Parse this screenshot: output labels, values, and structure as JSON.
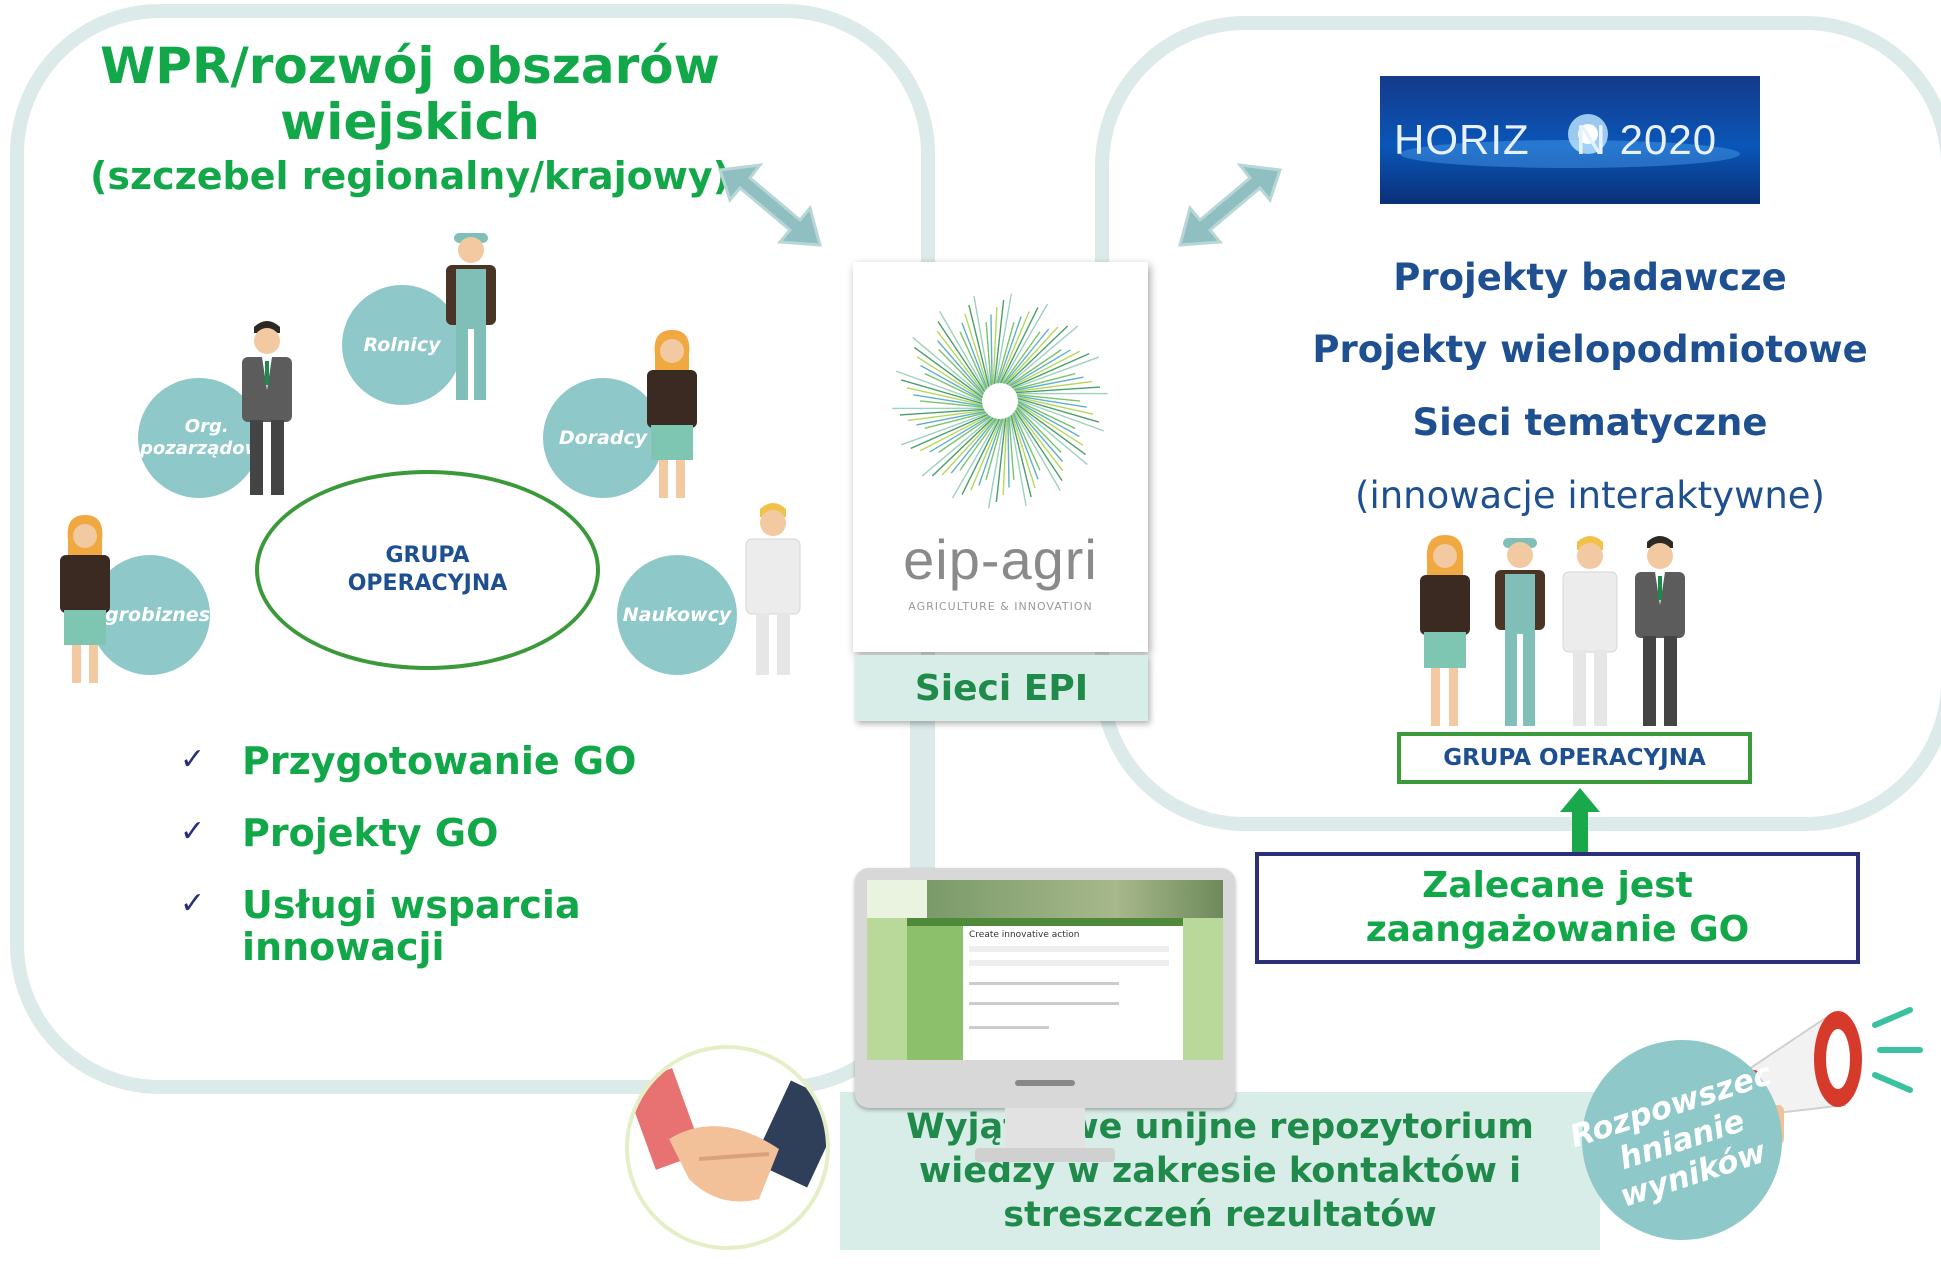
{
  "left_panel": {
    "title_line1": "WPR/rozwój obszarów",
    "title_line2": "wiejskich",
    "subtitle": "(szczebel regionalny/krajowy)",
    "actors": [
      "Rolnicy",
      "Org. pozarządowe",
      "Doradcy",
      "Agrobiznes",
      "Naukowcy"
    ],
    "group_label_line1": "GRUPA",
    "group_label_line2": "OPERACYJNA",
    "checklist": [
      {
        "line1": "Przygotowanie GO",
        "line2": ""
      },
      {
        "line1": "Projekty GO",
        "line2": ""
      },
      {
        "line1": "Usługi wsparcia",
        "line2": "innowacji"
      }
    ],
    "check_glyph": "✓"
  },
  "center": {
    "logo_text": "eip-agri",
    "logo_tagline": "AGRICULTURE & INNOVATION",
    "network_label": "Sieci EPI"
  },
  "right_panel": {
    "horizon_text_a": "HORIZ",
    "horizon_text_b": "N 2020",
    "items": [
      "Projekty badawcze",
      "Projekty wielopodmiotowe",
      "Sieci tematyczne"
    ],
    "note": "(innowacje interaktywne)",
    "group_label": "GRUPA OPERACYJNA"
  },
  "recommendation": {
    "line1": "Zalecane jest",
    "line2": "zaangażowanie GO"
  },
  "repository": {
    "line1": "Wyjątkowe unijne repozytorium",
    "line2": "wiedzy w zakresie kontaktów i",
    "line3": "streszczeń rezultatów"
  },
  "dissemination": {
    "line1": "Rozpowszec",
    "line2": "hnianie",
    "line3": "wyników"
  },
  "screen_mock": {
    "heading": "Create innovative action"
  },
  "colors": {
    "green": "#12a84a",
    "blue": "#1d4f91",
    "teal": "#8fc8c9",
    "panel_border": "#dcebea",
    "box_fill": "#d9ede8"
  }
}
